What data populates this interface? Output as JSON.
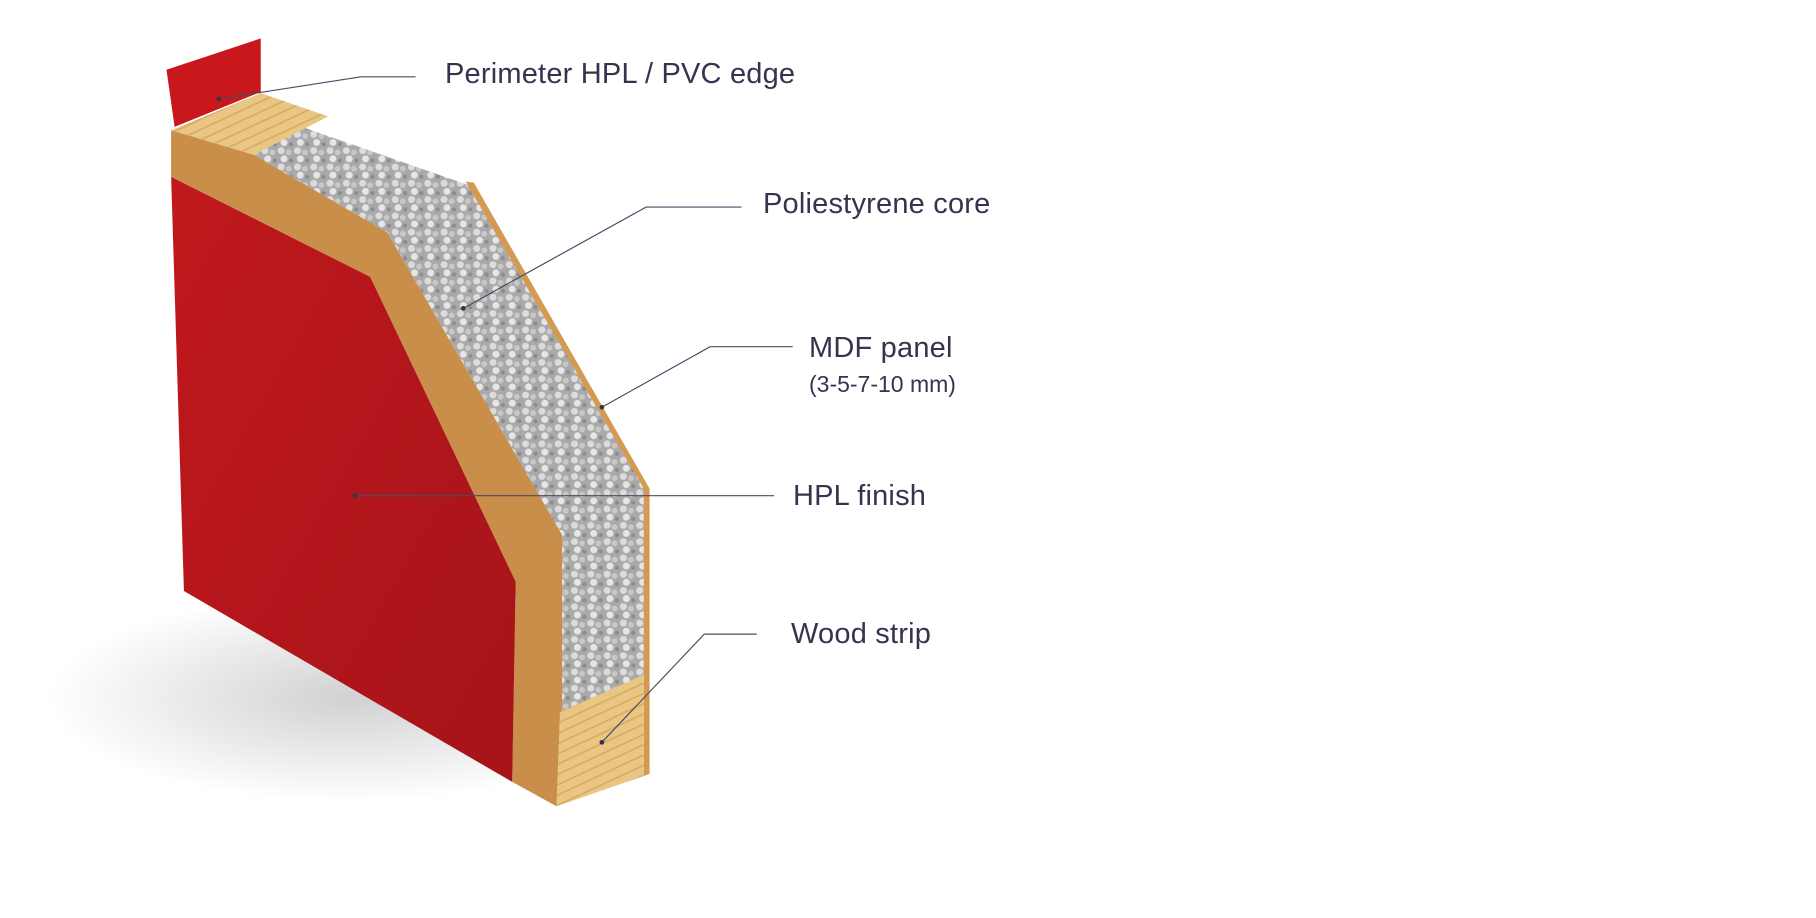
{
  "labels": {
    "perimeter": "Perimeter HPL / PVC edge",
    "core": "Poliestyrene core",
    "mdf": "MDF panel",
    "mdf_sub": "(3-5-7-10 mm)",
    "hpl": "HPL finish",
    "wood": "Wood strip"
  },
  "colors": {
    "hpl_red": "#b3161b",
    "mdf_tan": "#c98f4a",
    "wood": "#e8c27f",
    "foam": "#b9b9b9",
    "text": "#34344f",
    "leader": "#4a4a66"
  }
}
